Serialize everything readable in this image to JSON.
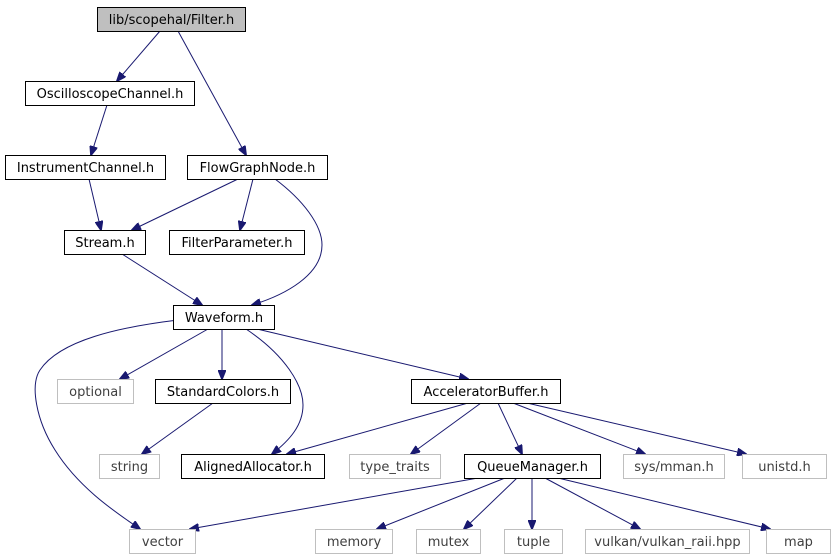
{
  "colors": {
    "edge": "#191970",
    "node_border": "#000000",
    "node_text": "#000000",
    "system_border": "#bfbfbf",
    "system_text": "#404040",
    "root_fill": "#bfbfbf"
  },
  "nodes": [
    {
      "id": "filter_h",
      "label": "lib/scopehal/Filter.h",
      "kind": "root"
    },
    {
      "id": "oscilloscopechannel_h",
      "label": "OscilloscopeChannel.h",
      "kind": "header"
    },
    {
      "id": "instrumentchannel_h",
      "label": "InstrumentChannel.h",
      "kind": "header"
    },
    {
      "id": "flowgraphnode_h",
      "label": "FlowGraphNode.h",
      "kind": "header"
    },
    {
      "id": "stream_h",
      "label": "Stream.h",
      "kind": "header"
    },
    {
      "id": "filterparameter_h",
      "label": "FilterParameter.h",
      "kind": "header"
    },
    {
      "id": "waveform_h",
      "label": "Waveform.h",
      "kind": "header"
    },
    {
      "id": "optional",
      "label": "optional",
      "kind": "system"
    },
    {
      "id": "standardcolors_h",
      "label": "StandardColors.h",
      "kind": "header"
    },
    {
      "id": "acceleratorbuffer_h",
      "label": "AcceleratorBuffer.h",
      "kind": "header"
    },
    {
      "id": "string",
      "label": "string",
      "kind": "system"
    },
    {
      "id": "alignedallocator_h",
      "label": "AlignedAllocator.h",
      "kind": "header"
    },
    {
      "id": "type_traits",
      "label": "type_traits",
      "kind": "system"
    },
    {
      "id": "queuemanager_h",
      "label": "QueueManager.h",
      "kind": "header"
    },
    {
      "id": "sys_mman_h",
      "label": "sys/mman.h",
      "kind": "system"
    },
    {
      "id": "unistd_h",
      "label": "unistd.h",
      "kind": "system"
    },
    {
      "id": "vector",
      "label": "vector",
      "kind": "system"
    },
    {
      "id": "memory",
      "label": "memory",
      "kind": "system"
    },
    {
      "id": "mutex",
      "label": "mutex",
      "kind": "system"
    },
    {
      "id": "tuple",
      "label": "tuple",
      "kind": "system"
    },
    {
      "id": "vulkan_raii_hpp",
      "label": "vulkan/vulkan_raii.hpp",
      "kind": "system"
    },
    {
      "id": "map",
      "label": "map",
      "kind": "system"
    }
  ],
  "edges": [
    {
      "from": "filter_h",
      "to": "oscilloscopechannel_h"
    },
    {
      "from": "filter_h",
      "to": "flowgraphnode_h"
    },
    {
      "from": "oscilloscopechannel_h",
      "to": "instrumentchannel_h"
    },
    {
      "from": "instrumentchannel_h",
      "to": "stream_h"
    },
    {
      "from": "flowgraphnode_h",
      "to": "stream_h"
    },
    {
      "from": "flowgraphnode_h",
      "to": "filterparameter_h"
    },
    {
      "from": "flowgraphnode_h",
      "to": "waveform_h"
    },
    {
      "from": "stream_h",
      "to": "waveform_h"
    },
    {
      "from": "waveform_h",
      "to": "vector"
    },
    {
      "from": "waveform_h",
      "to": "optional"
    },
    {
      "from": "waveform_h",
      "to": "standardcolors_h"
    },
    {
      "from": "waveform_h",
      "to": "alignedallocator_h"
    },
    {
      "from": "waveform_h",
      "to": "acceleratorbuffer_h"
    },
    {
      "from": "standardcolors_h",
      "to": "string"
    },
    {
      "from": "acceleratorbuffer_h",
      "to": "alignedallocator_h"
    },
    {
      "from": "acceleratorbuffer_h",
      "to": "type_traits"
    },
    {
      "from": "acceleratorbuffer_h",
      "to": "queuemanager_h"
    },
    {
      "from": "acceleratorbuffer_h",
      "to": "sys_mman_h"
    },
    {
      "from": "acceleratorbuffer_h",
      "to": "unistd_h"
    },
    {
      "from": "queuemanager_h",
      "to": "vector"
    },
    {
      "from": "queuemanager_h",
      "to": "memory"
    },
    {
      "from": "queuemanager_h",
      "to": "mutex"
    },
    {
      "from": "queuemanager_h",
      "to": "tuple"
    },
    {
      "from": "queuemanager_h",
      "to": "vulkan_raii_hpp"
    },
    {
      "from": "queuemanager_h",
      "to": "map"
    }
  ]
}
